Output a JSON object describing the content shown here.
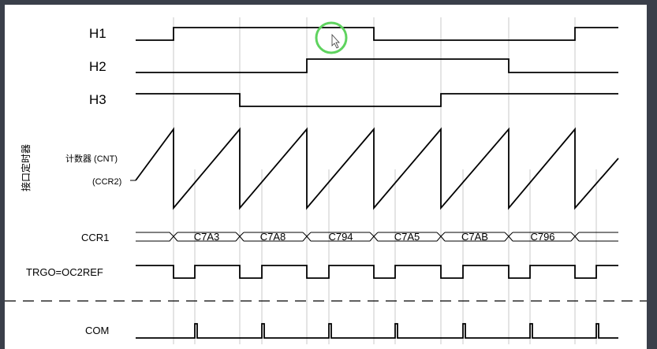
{
  "signals": {
    "h1": "H1",
    "h2": "H2",
    "h3": "H3",
    "vertical_label": "接口定时器",
    "counter": "计数器 (CNT)",
    "ccr2": "(CCR2)",
    "ccr1": "CCR1",
    "trgo": "TRGO=OC2REF",
    "com": "COM"
  },
  "ccr1_values": [
    "C7A3",
    "C7A8",
    "C794",
    "C7A5",
    "C7AB",
    "C796"
  ],
  "colors": {
    "background": "#3a3f4a",
    "cursor_highlight": "#5fd35f"
  },
  "icons": {
    "cursor": "mouse-pointer-icon"
  }
}
